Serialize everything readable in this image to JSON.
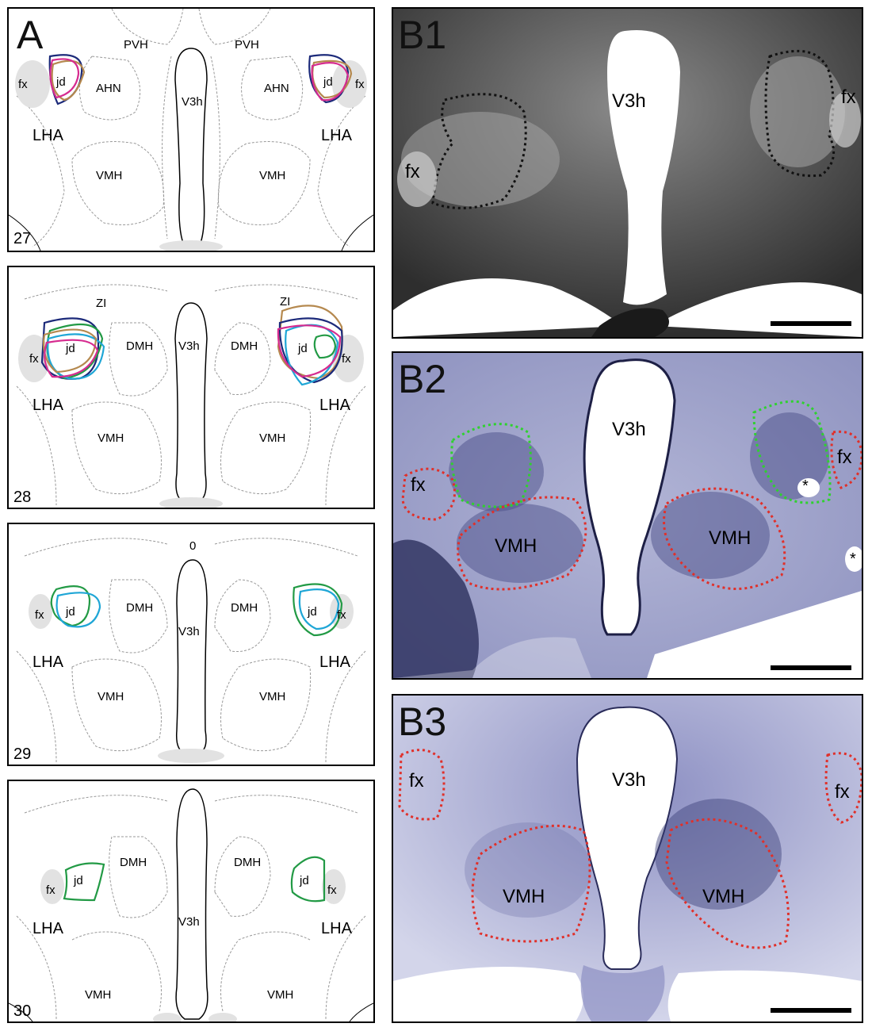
{
  "panel_a": {
    "letter": "A",
    "sections": [
      {
        "number": "27",
        "labels": {
          "pvh_left": "PVH",
          "pvh_right": "PVH",
          "ahn_left": "AHN",
          "ahn_right": "AHN",
          "jd_left": "jd",
          "jd_right": "jd",
          "fx_left": "fx",
          "fx_right": "fx",
          "lha_left": "LHA",
          "lha_right": "LHA",
          "vmh_left": "VMH",
          "vmh_right": "VMH",
          "v3h": "V3h"
        },
        "outline_colors": [
          "#1c2a7a",
          "#b5894f",
          "#d62b8f"
        ]
      },
      {
        "number": "28",
        "labels": {
          "zi_left": "ZI",
          "zi_right": "ZI",
          "dmh_left": "DMH",
          "dmh_right": "DMH",
          "jd_left": "jd",
          "jd_right": "jd",
          "fx_left": "fx",
          "fx_right": "fx",
          "lha_left": "LHA",
          "lha_right": "LHA",
          "vmh_left": "VMH",
          "vmh_right": "VMH",
          "v3h": "V3h"
        },
        "outline_colors": [
          "#1c2a7a",
          "#b5894f",
          "#d62b8f",
          "#229a45",
          "#1fa6d6"
        ]
      },
      {
        "number": "29",
        "labels": {
          "zero": "0",
          "dmh_left": "DMH",
          "dmh_right": "DMH",
          "jd_left": "jd",
          "jd_right": "jd",
          "fx_left": "fx",
          "fx_right": "fx",
          "lha_left": "LHA",
          "lha_right": "LHA",
          "vmh_left": "VMH",
          "vmh_right": "VMH",
          "v3h": "V3h"
        },
        "outline_colors": [
          "#229a45",
          "#1fa6d6"
        ]
      },
      {
        "number": "30",
        "labels": {
          "dmh_left": "DMH",
          "dmh_right": "DMH",
          "jd_left": "jd",
          "jd_right": "jd",
          "fx_left": "fx",
          "fx_right": "fx",
          "lha_left": "LHA",
          "lha_right": "LHA",
          "vmh_left": "VMH",
          "vmh_right": "VMH",
          "v3h": "V3h"
        },
        "outline_colors": [
          "#229a45"
        ]
      }
    ]
  },
  "panel_b1": {
    "letter": "B1",
    "labels": {
      "v3h": "V3h",
      "fx_left": "fx",
      "fx_right": "fx"
    },
    "outline_color": "#111111"
  },
  "panel_b2": {
    "letter": "B2",
    "labels": {
      "v3h": "V3h",
      "fx_left": "fx",
      "fx_right": "fx",
      "vmh_left": "VMH",
      "vmh_right": "VMH",
      "asterisk_1": "*",
      "asterisk_2": "*"
    },
    "outline_colors": {
      "jd": "#2fd12f",
      "other": "#e0302a"
    }
  },
  "panel_b3": {
    "letter": "B3",
    "labels": {
      "v3h": "V3h",
      "fx_left": "fx",
      "fx_right": "fx",
      "vmh_left": "VMH",
      "vmh_right": "VMH"
    },
    "outline_color": "#e0302a"
  }
}
